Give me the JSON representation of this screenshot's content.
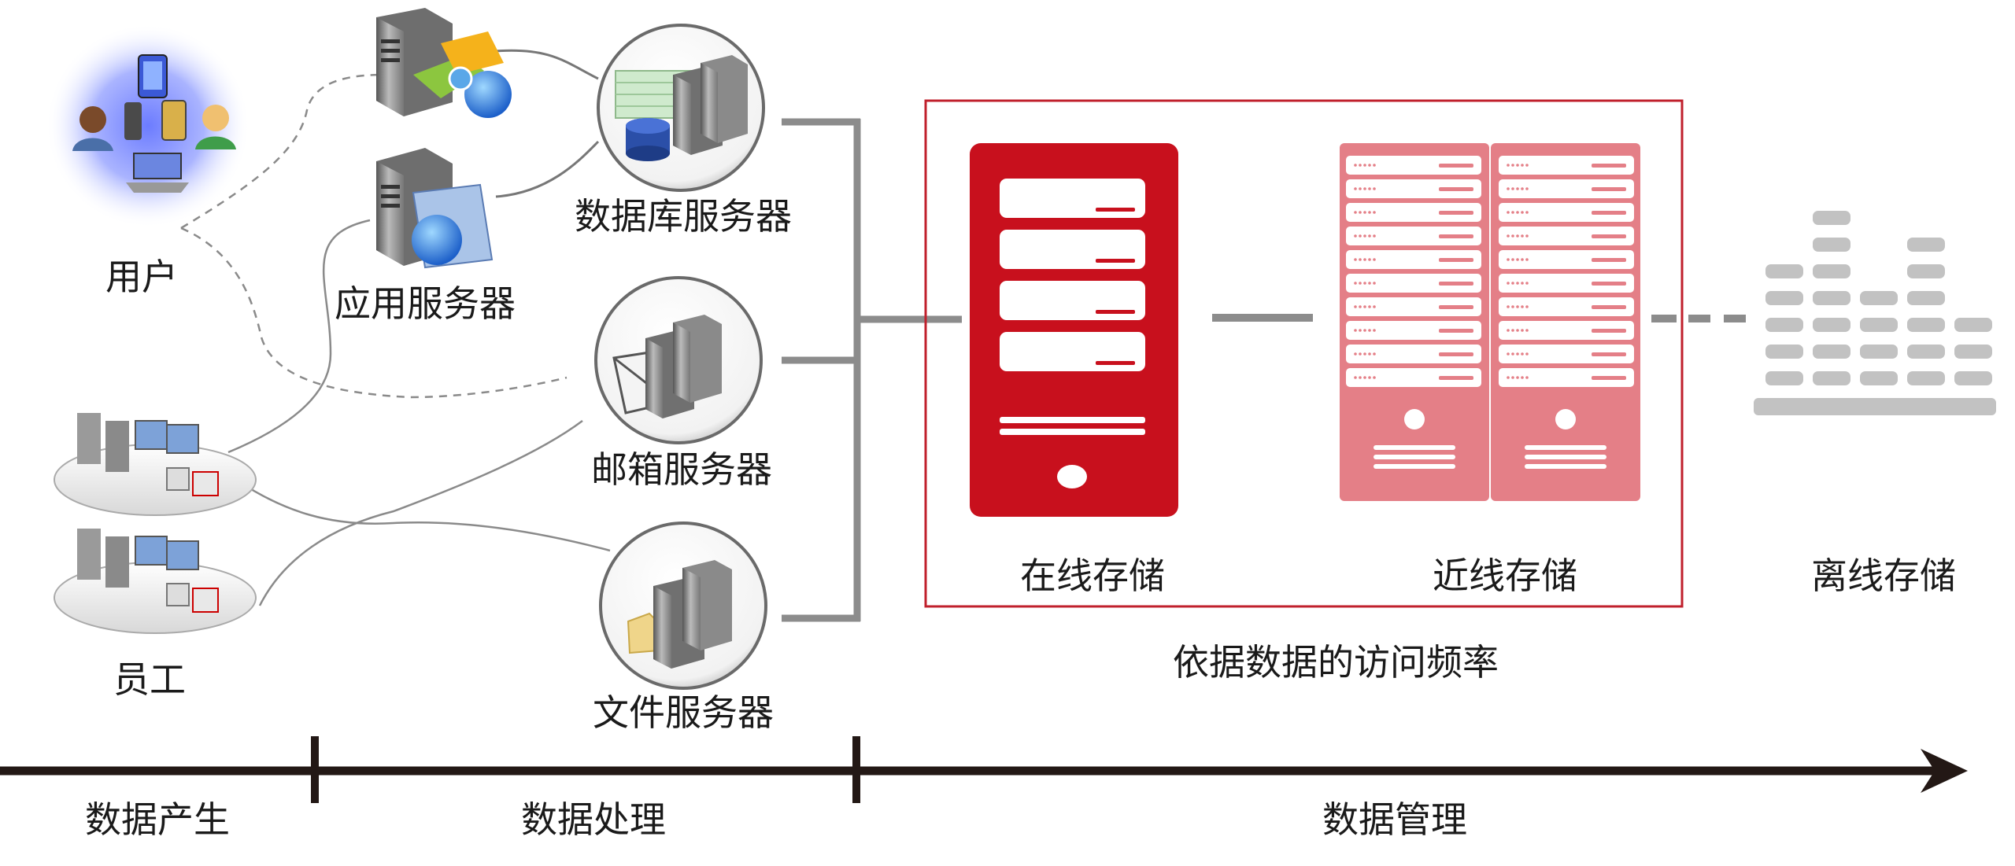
{
  "nodes": {
    "users": "用户",
    "app_server": "应用服务器",
    "db_server": "数据库服务器",
    "mail_server": "邮箱服务器",
    "file_server": "文件服务器",
    "staff": "员工"
  },
  "storage": {
    "online": "在线存储",
    "nearline": "近线存储",
    "offline": "离线存储",
    "criterion": "依据数据的访问频率"
  },
  "timeline": {
    "stages": [
      "数据产生",
      "数据处理",
      "数据管理"
    ]
  },
  "colors": {
    "online": "#c8101d",
    "nearline": "#e47f87",
    "offline": "#c2c2c2",
    "frame": "#c0202c",
    "axis": "#231815",
    "connector": "#8c8c8c"
  }
}
